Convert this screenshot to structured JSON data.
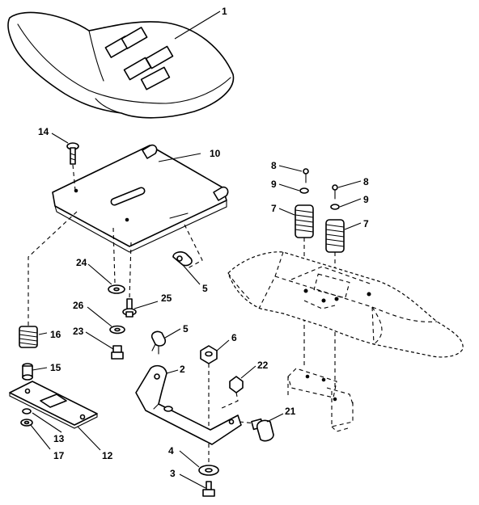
{
  "callouts": {
    "c1": "1",
    "c2": "2",
    "c3": "3",
    "c4": "4",
    "c5a": "5",
    "c5b": "5",
    "c6": "6",
    "c7a": "7",
    "c7b": "7",
    "c8a": "8",
    "c8b": "8",
    "c9a": "9",
    "c9b": "9",
    "c10": "10",
    "c12": "12",
    "c13": "13",
    "c14": "14",
    "c15": "15",
    "c16": "16",
    "c17": "17",
    "c21": "21",
    "c22": "22",
    "c23": "23",
    "c24": "24",
    "c25": "25",
    "c26": "26"
  },
  "colors": {
    "line": "#000000",
    "background": "#ffffff"
  }
}
